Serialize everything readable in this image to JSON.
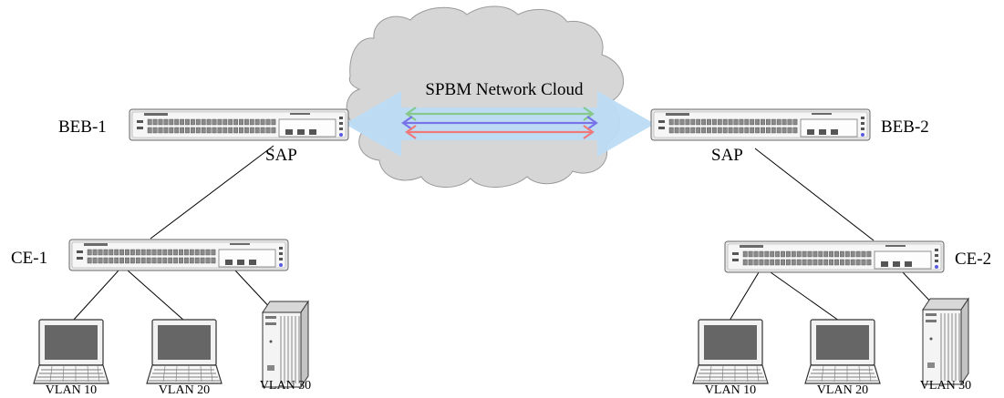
{
  "diagram": {
    "cloud_label": "SPBM Network Cloud",
    "nodes": {
      "beb1": {
        "label": "BEB-1",
        "sap_label": "SAP"
      },
      "beb2": {
        "label": "BEB-2",
        "sap_label": "SAP"
      },
      "ce1": {
        "label": "CE-1"
      },
      "ce2": {
        "label": "CE-2"
      }
    },
    "endpoints": {
      "left": [
        {
          "label": "VLAN 10",
          "device": "laptop"
        },
        {
          "label": "VLAN 20",
          "device": "laptop"
        },
        {
          "label": "VLAN 30",
          "device": "server"
        }
      ],
      "right": [
        {
          "label": "VLAN 10",
          "device": "laptop"
        },
        {
          "label": "VLAN 20",
          "device": "laptop"
        },
        {
          "label": "VLAN 30",
          "device": "server"
        }
      ]
    },
    "colors": {
      "cloud_fill": "#d6d6d6",
      "cloud_stroke": "#9a9a9a",
      "tunnel_fill": "#bcdcf5",
      "service_green": "#86c98a",
      "service_blue": "#7a73e8",
      "service_red": "#f07a7a"
    }
  }
}
